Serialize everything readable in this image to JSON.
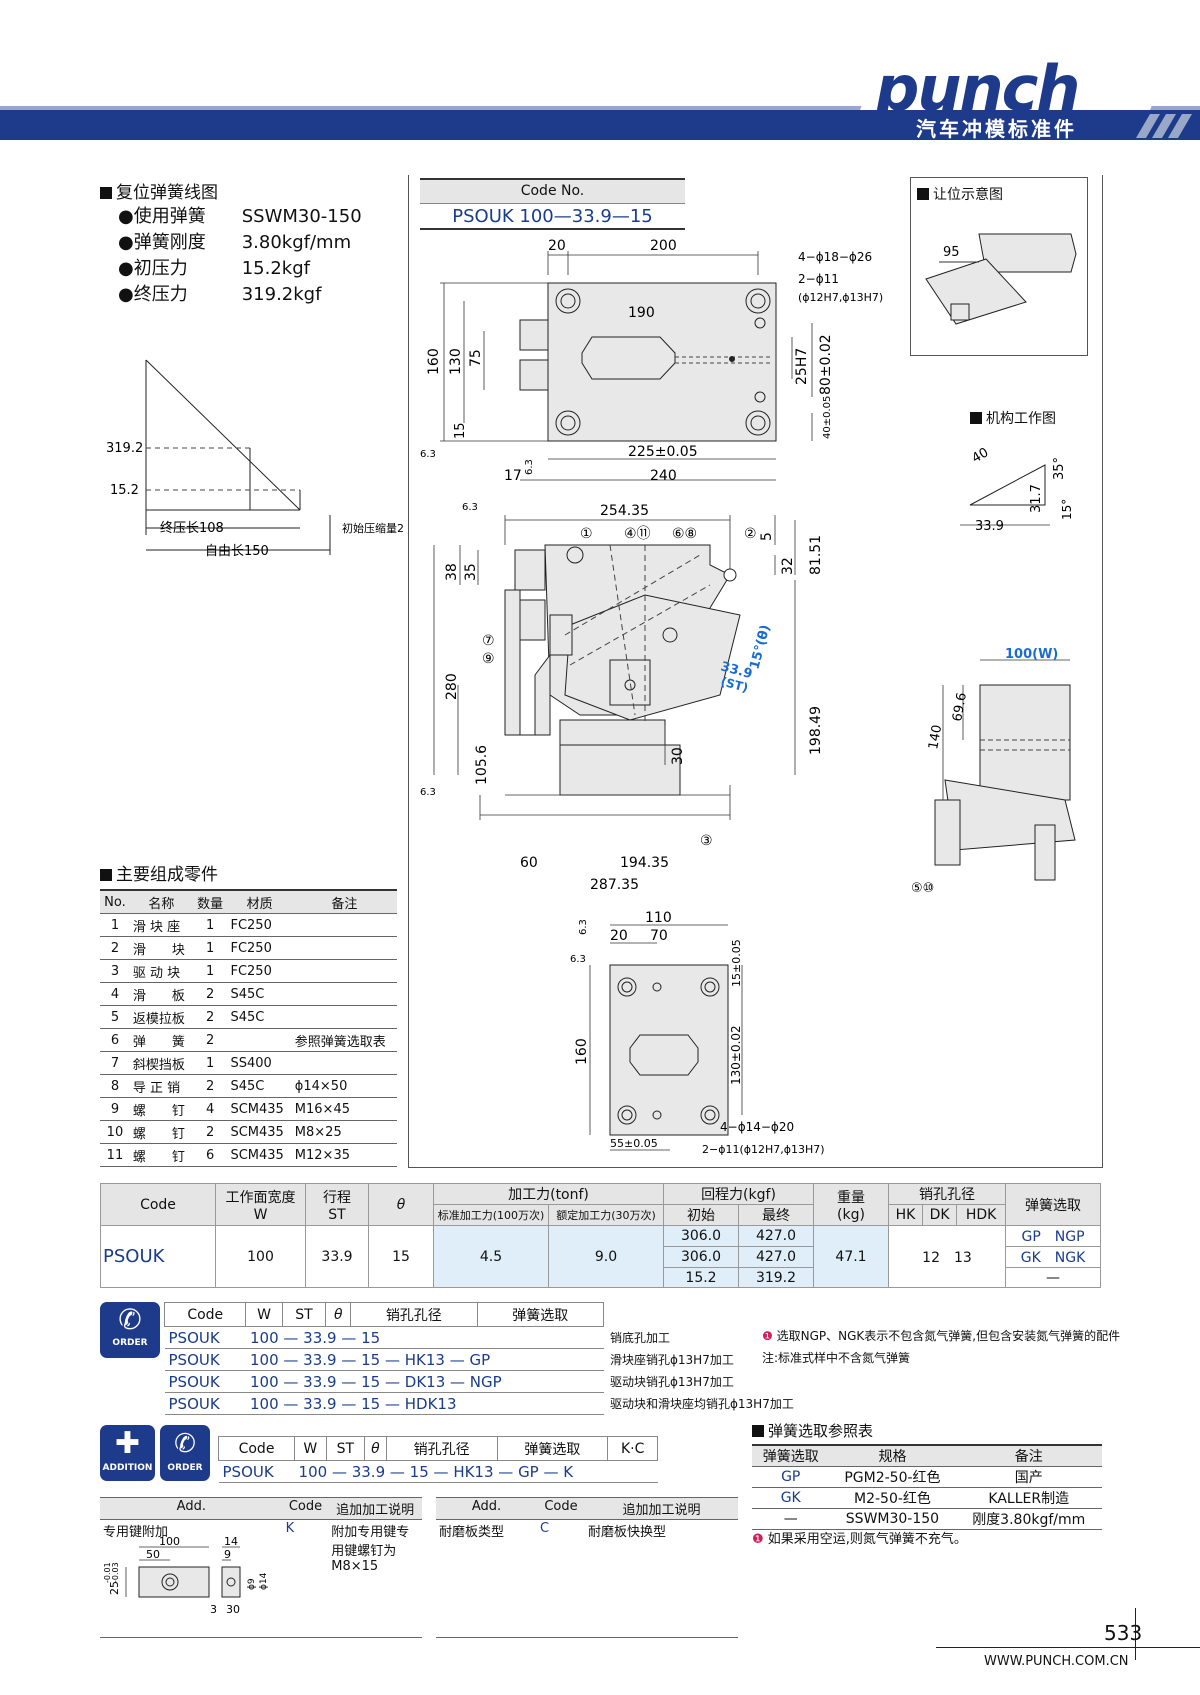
{
  "header": {
    "logo": "punch",
    "subtitle": "汽车冲模标准件"
  },
  "spring_graph": {
    "title": "复位弹簧线图",
    "specs": [
      {
        "key": "使用弹簧",
        "value": "SSWM30-150"
      },
      {
        "key": "弹簧刚度",
        "value": "3.80kgf/mm"
      },
      {
        "key": "初压力",
        "value": "15.2kgf"
      },
      {
        "key": "终压力",
        "value": "319.2kgf"
      }
    ],
    "y_labels": [
      "319.2",
      "15.2"
    ],
    "x_labels": [
      "终压长108",
      "初始压缩量2",
      "自由长150"
    ]
  },
  "code_box": {
    "header": "Code No.",
    "value": "PSOUK 100—33.9—15"
  },
  "drawing_top": {
    "dims": [
      "20",
      "200",
      "4−ϕ18−ϕ26",
      "2−ϕ11",
      "(ϕ12H7,ϕ13H7)",
      "190",
      "160",
      "130",
      "75",
      "25H7",
      "80±0.02",
      "15",
      "40±0.05",
      "6.3",
      "6.3",
      "225±0.05",
      "17",
      "240"
    ]
  },
  "drawing_mid": {
    "dims": [
      "254.35",
      "6.3",
      "38",
      "35",
      "5",
      "32",
      "81.51",
      "280",
      "105.6",
      "198.49",
      "30",
      "6.3",
      "60",
      "194.35",
      "287.35"
    ],
    "stroke": "33.9",
    "stroke_label": "(ST)",
    "angle": "15°(θ)",
    "callouts": [
      "①",
      "④⑪",
      "⑥⑧",
      "②",
      "⑦",
      "⑨",
      "③"
    ]
  },
  "drawing_bottom": {
    "dims": [
      "110",
      "6.3",
      "20",
      "70",
      "6.3",
      "15±0.05",
      "160",
      "130±0.02",
      "4−ϕ14−ϕ20",
      "55±0.05",
      "2−ϕ11(ϕ12H7,ϕ13H7)"
    ]
  },
  "clearance": {
    "title": "让位示意图",
    "dim": "95"
  },
  "mechanism": {
    "title": "机构工作图",
    "dims": [
      "40",
      "35°",
      "31.7",
      "15°",
      "33.9"
    ]
  },
  "iso_view": {
    "width_label": "100(W)",
    "dims": [
      "69.6",
      "140"
    ],
    "callout": "⑤⑩"
  },
  "parts": {
    "title": "主要组成零件",
    "headers": [
      "No.",
      "名称",
      "数量",
      "材质",
      "备注"
    ],
    "rows": [
      [
        "1",
        "滑 块 座",
        "1",
        "FC250",
        ""
      ],
      [
        "2",
        "滑　　块",
        "1",
        "FC250",
        ""
      ],
      [
        "3",
        "驱 动 块",
        "1",
        "FC250",
        ""
      ],
      [
        "4",
        "滑　　板",
        "2",
        "S45C",
        ""
      ],
      [
        "5",
        "返模拉板",
        "2",
        "S45C",
        ""
      ],
      [
        "6",
        "弹　　簧",
        "2",
        "",
        "参照弹簧选取表"
      ],
      [
        "7",
        "斜楔挡板",
        "1",
        "SS400",
        ""
      ],
      [
        "8",
        "导 正 销",
        "2",
        "S45C",
        "ϕ14×50"
      ],
      [
        "9",
        "螺　　钉",
        "4",
        "SCM435",
        "M16×45"
      ],
      [
        "10",
        "螺　　钉",
        "2",
        "SCM435",
        "M8×25"
      ],
      [
        "11",
        "螺　　钉",
        "6",
        "SCM435",
        "M12×35"
      ]
    ]
  },
  "spec_table": {
    "h_code": "Code",
    "h_w": "工作面宽度",
    "h_w2": "W",
    "h_st": "行程",
    "h_st2": "ST",
    "h_theta": "θ",
    "h_force": "加工力(tonf)",
    "h_force_a": "标准加工力(100万次)",
    "h_force_b": "额定加工力(30万次)",
    "h_return": "回程力(kgf)",
    "h_return_a": "初始",
    "h_return_b": "最终",
    "h_weight": "重量",
    "h_weight2": "(kg)",
    "h_pin": "销孔孔径",
    "h_hk": "HK",
    "h_dk": "DK",
    "h_hdk": "HDK",
    "h_spring": "弹簧选取",
    "code": "PSOUK",
    "w": "100",
    "st": "33.9",
    "theta": "15",
    "force_a": "4.5",
    "force_b": "9.0",
    "return_rows": [
      [
        "306.0",
        "427.0"
      ],
      [
        "306.0",
        "427.0"
      ],
      [
        "15.2",
        "319.2"
      ]
    ],
    "weight": "47.1",
    "hk": "12",
    "dk": "13",
    "spring_rows": [
      "GP　NGP",
      "GK　NGK",
      "—"
    ]
  },
  "order": {
    "badge": "ORDER",
    "headers": [
      "Code",
      "W",
      "ST",
      "θ",
      "销孔孔径",
      "弹簧选取"
    ],
    "rows": [
      {
        "code": "PSOUK",
        "w": "100",
        "st": "33.9",
        "theta": "15",
        "pin": "",
        "spring": "",
        "note": "销底孔加工"
      },
      {
        "code": "PSOUK",
        "w": "100",
        "st": "33.9",
        "theta": "15",
        "pin": "HK13",
        "spring": "GP",
        "note": "滑块座销孔ϕ13H7加工"
      },
      {
        "code": "PSOUK",
        "w": "100",
        "st": "33.9",
        "theta": "15",
        "pin": "DK13",
        "spring": "NGP",
        "note": "驱动块销孔ϕ13H7加工"
      },
      {
        "code": "PSOUK",
        "w": "100",
        "st": "33.9",
        "theta": "15",
        "pin": "HDK13",
        "spring": "",
        "note": "驱动块和滑块座均销孔ϕ13H7加工"
      }
    ],
    "remark1": "选取NGP、NGK表示不包含氮气弹簧,但包含安装氮气弹簧的配件",
    "remark2": "注:标准式样中不含氮气弹簧"
  },
  "addition": {
    "badge1": "ADDITION",
    "badge2": "ORDER",
    "headers": [
      "Code",
      "W",
      "ST",
      "θ",
      "销孔孔径",
      "弹簧选取",
      "K·C"
    ],
    "row": [
      "PSOUK",
      "100",
      "33.9",
      "15",
      "HK13",
      "GP",
      "K"
    ]
  },
  "add_table": {
    "headers": [
      "Add.",
      "Code",
      "追加加工说明",
      "Add.",
      "Code",
      "追加加工说明"
    ],
    "row1": [
      "专用键附加",
      "K",
      "附加专用键专用键螺钉为M8×15",
      "耐磨板类型",
      "C",
      "耐磨板快换型"
    ],
    "key_dims": [
      "100",
      "50",
      "14",
      "9",
      "25",
      "-0.01",
      "-0.03",
      "ϕ9",
      "ϕ14",
      "3",
      "30"
    ]
  },
  "spring_ref": {
    "title": "弹簧选取参照表",
    "headers": [
      "弹簧选取",
      "规格",
      "备注"
    ],
    "rows": [
      [
        "GP",
        "PGM2-50-红色",
        "国产"
      ],
      [
        "GK",
        "M2-50-红色",
        "KALLER制造"
      ],
      [
        "—",
        "SSWM30-150",
        "刚度3.80kgf/mm"
      ]
    ],
    "note": "如果采用空运,则氮气弹簧不充气。"
  },
  "footer": {
    "page": "533",
    "url": "WWW.PUNCH.COM.CN"
  }
}
